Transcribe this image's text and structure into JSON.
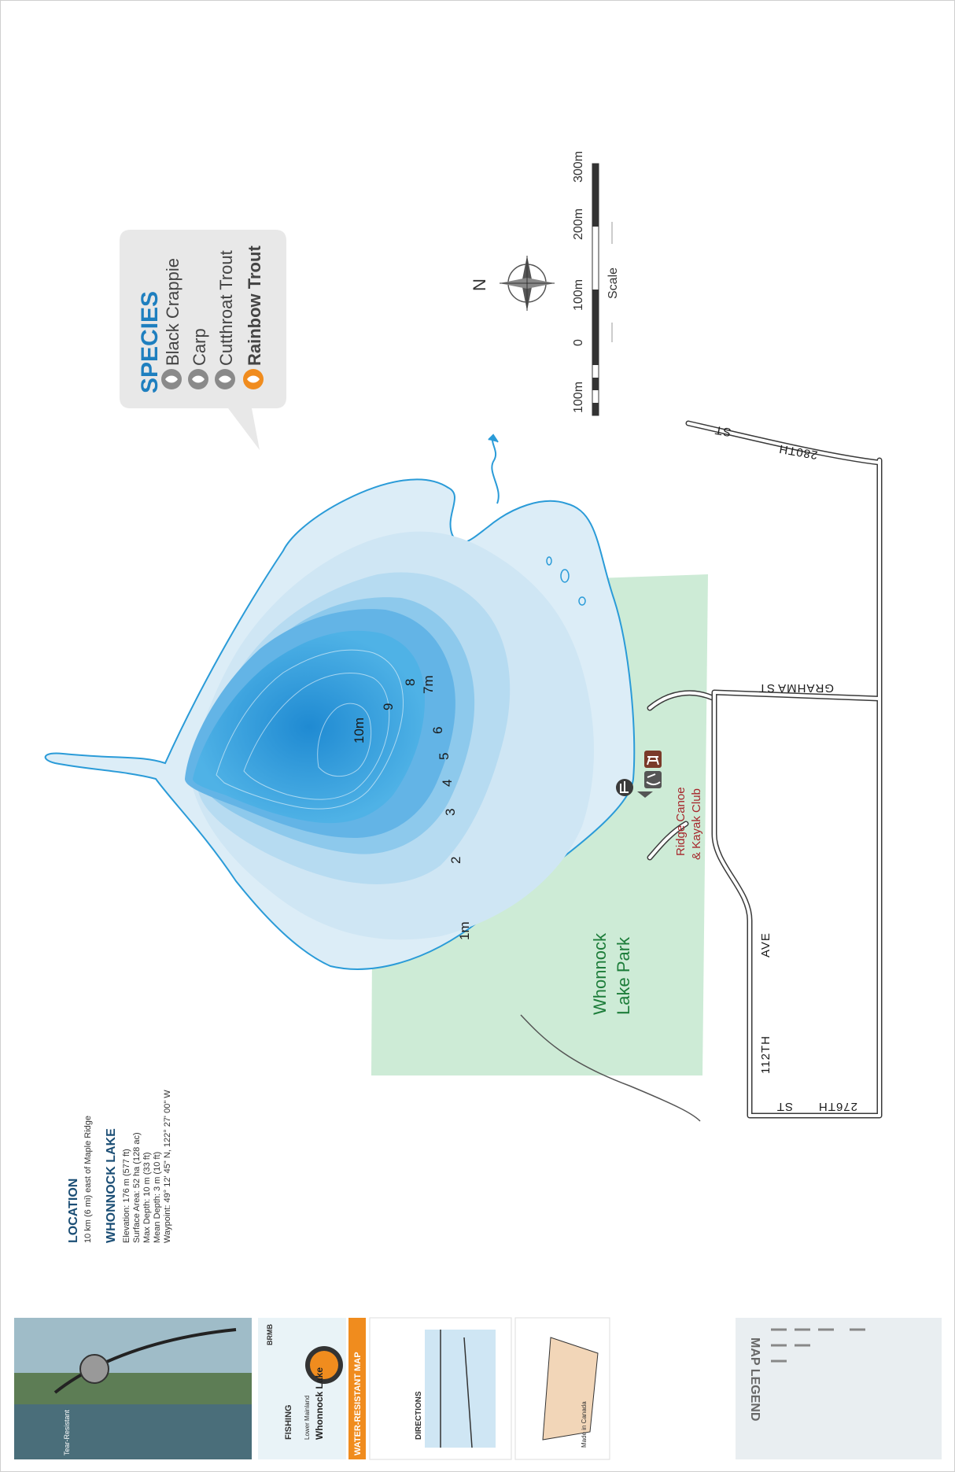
{
  "species": {
    "title": "SPECIES",
    "items": [
      {
        "name": "Black Crappie",
        "highlight": false
      },
      {
        "name": "Carp",
        "highlight": false
      },
      {
        "name": "Cutthroat Trout",
        "highlight": false
      },
      {
        "name": "Rainbow Trout",
        "highlight": true
      }
    ]
  },
  "compass": {
    "north_label": "N"
  },
  "scale": {
    "title": "Scale",
    "ticks": [
      "100m",
      "0",
      "100m",
      "200m",
      "300m"
    ]
  },
  "depths": {
    "d1": "1m",
    "d2": "2",
    "d3": "3",
    "d4": "4",
    "d5": "5",
    "d6": "6",
    "d7": "7m",
    "d8": "8",
    "d9": "9",
    "d10": "10m"
  },
  "roads": {
    "r280th": "280TH",
    "r280st": "ST",
    "grahma": "GRAHMA",
    "grahma_st": "ST",
    "r276th": "276TH",
    "r276st": "ST",
    "r112th": "112TH",
    "ave": "AVE"
  },
  "park": {
    "line1": "Whonnock",
    "line2": "Lake Park"
  },
  "club": {
    "line1": "Ridge Canoe",
    "line2": "& Kayak Club"
  },
  "info": {
    "location_heading": "LOCATION",
    "location_text": "10 km (6 mi) east of Maple Ridge",
    "lake_heading": "WHONNOCK LAKE",
    "lines": [
      "Elevation: 176 m (577 ft)",
      "Surface Area: 52 ha (128 ac)",
      "Max Depth: 10 m (33 ft)",
      "Mean Depth: 3 m (10 ft)",
      "Waypoint: 49° 12' 45\" N, 122° 27' 00\" W"
    ]
  },
  "panels": {
    "water_resistant": "WATER-RESISTANT MAP",
    "lake_title": "Whonnock Lake",
    "region": "Lower Mainland",
    "fishing": "FISHING",
    "directions": "DIRECTIONS",
    "legend": "MAP LEGEND",
    "tear_resistant": "Tear-Resistant",
    "made_in_canada": "Made in Canada",
    "brand": "BRMB"
  },
  "colors": {
    "shallow": "#dcedf7",
    "water1": "#c7e3f3",
    "deep": "#1f8fd6",
    "park": "#cdebd6",
    "outline": "#2a9bd8",
    "species_box": "#e8e8e8",
    "species_title": "#1e7fbf",
    "accent_orange": "#f08c1e"
  }
}
